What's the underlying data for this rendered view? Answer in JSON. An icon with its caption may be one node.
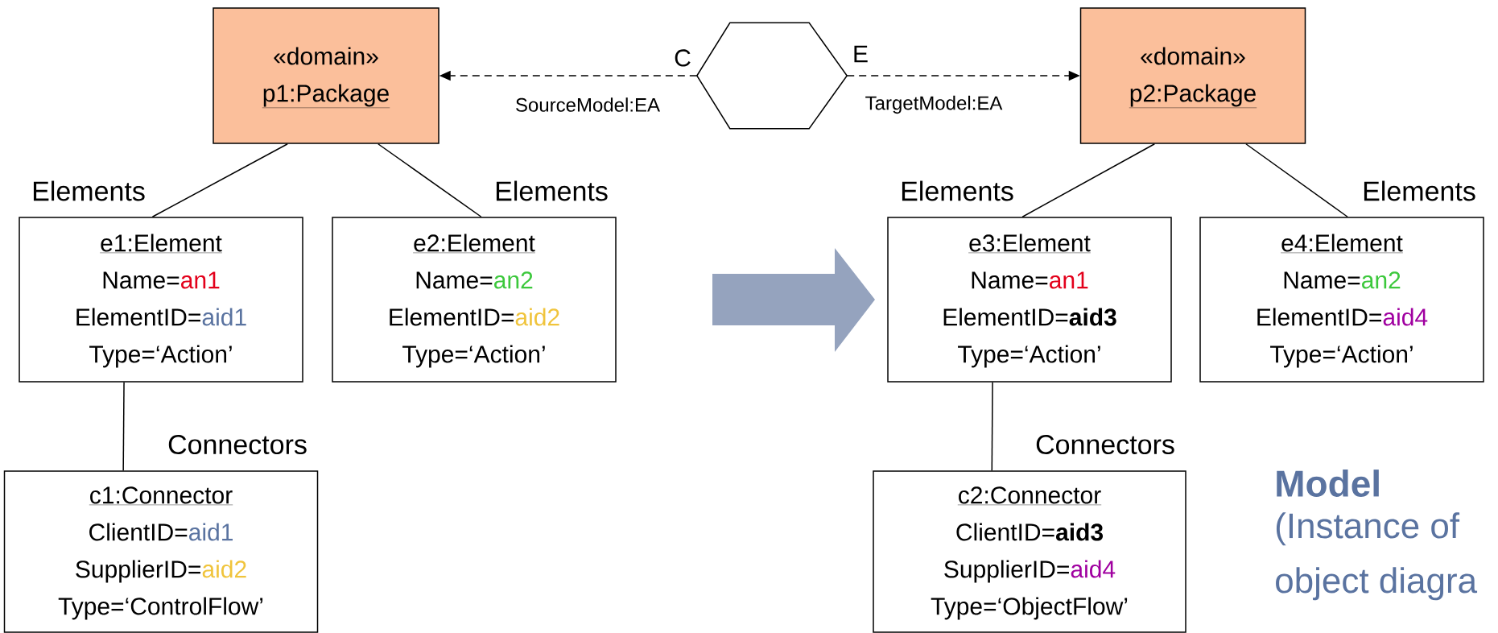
{
  "diagram": {
    "nodes": [
      {
        "text": [
          "«domain»",
          "p1:Package"
        ]
      },
      {
        "text": [],
        "shape": "hexagon",
        "beside": [
          "C",
          "E"
        ]
      },
      {
        "text": [
          "«domain»",
          "p2:Package"
        ]
      },
      {
        "text": [
          "e1:Element",
          "Name=an1",
          "ElementID=aid1",
          "Type=‘Action’"
        ]
      },
      {
        "text": [
          "e2:Element",
          "Name=an2",
          "ElementID=aid2",
          "Type=‘Action’"
        ]
      },
      {
        "text": [
          "e3:Element",
          "Name=an1",
          "ElementID=**aid3**",
          "Type=‘Action’"
        ]
      },
      {
        "text": [
          "e4:Element",
          "Name=an2",
          "ElementID=aid4",
          "Type=‘Action’"
        ]
      },
      {
        "text": [
          "c1:Connector",
          "ClientID=aid1",
          "SupplierID=aid2",
          "Type=‘ControlFlow’"
        ]
      },
      {
        "text": [
          "c2:Connector",
          "ClientID=**aid3**",
          "SupplierID=aid4",
          "Type=‘ObjectFlow’"
        ]
      }
    ],
    "edges": [
      {
        "from": 1,
        "to": 0,
        "arrow": "to",
        "style": "dashed",
        "label": "SourceModel:EA"
      },
      {
        "from": 1,
        "to": 2,
        "arrow": "to",
        "style": "dashed",
        "label": "TargetModel:EA"
      },
      {
        "from": 0,
        "to": 3,
        "arrow": "none",
        "label": "Elements"
      },
      {
        "from": 0,
        "to": 4,
        "arrow": "none",
        "label": "Elements"
      },
      {
        "from": 3,
        "to": 7,
        "arrow": "none",
        "label": "Connectors"
      },
      {
        "from": 2,
        "to": 5,
        "arrow": "none",
        "label": "Elements"
      },
      {
        "from": 2,
        "to": 6,
        "arrow": "none",
        "label": "Elements"
      },
      {
        "from": 5,
        "to": 8,
        "arrow": "none",
        "label": "Connectors"
      }
    ],
    "labels": [
      "Model",
      "(Instance of object diagra"
    ]
  }
}
